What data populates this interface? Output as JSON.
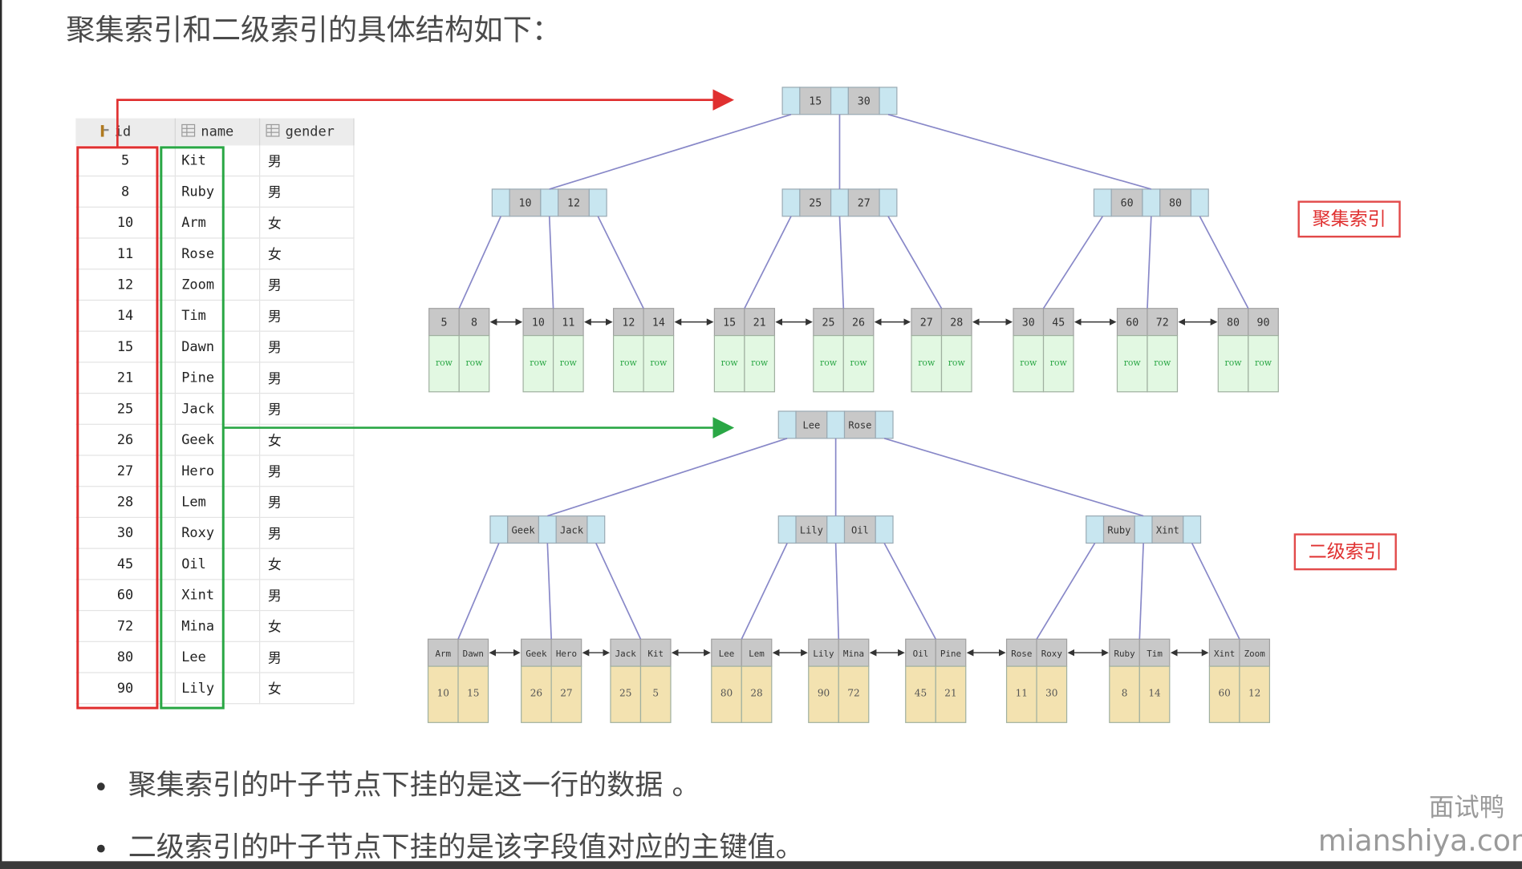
{
  "title": "聚集索引和二级索引的具体结构如下：",
  "table": {
    "headers": [
      "id",
      "name",
      "gender"
    ],
    "rows": [
      [
        "5",
        "Kit",
        "男"
      ],
      [
        "8",
        "Ruby",
        "男"
      ],
      [
        "10",
        "Arm",
        "女"
      ],
      [
        "11",
        "Rose",
        "女"
      ],
      [
        "12",
        "Zoom",
        "男"
      ],
      [
        "14",
        "Tim",
        "男"
      ],
      [
        "15",
        "Dawn",
        "男"
      ],
      [
        "21",
        "Pine",
        "男"
      ],
      [
        "25",
        "Jack",
        "男"
      ],
      [
        "26",
        "Geek",
        "女"
      ],
      [
        "27",
        "Hero",
        "男"
      ],
      [
        "28",
        "Lem",
        "男"
      ],
      [
        "30",
        "Roxy",
        "男"
      ],
      [
        "45",
        "Oil",
        "女"
      ],
      [
        "60",
        "Xint",
        "男"
      ],
      [
        "72",
        "Mina",
        "女"
      ],
      [
        "80",
        "Lee",
        "男"
      ],
      [
        "90",
        "Lily",
        "女"
      ]
    ]
  },
  "clustered_index": {
    "label": "聚集索引",
    "root": [
      "15",
      "30"
    ],
    "internal": [
      [
        "10",
        "12"
      ],
      [
        "25",
        "27"
      ],
      [
        "60",
        "80"
      ]
    ],
    "leaves": [
      [
        "5",
        "8"
      ],
      [
        "10",
        "11"
      ],
      [
        "12",
        "14"
      ],
      [
        "15",
        "21"
      ],
      [
        "25",
        "26"
      ],
      [
        "27",
        "28"
      ],
      [
        "30",
        "45"
      ],
      [
        "60",
        "72"
      ],
      [
        "80",
        "90"
      ]
    ],
    "leaf_value": "row"
  },
  "secondary_index": {
    "label": "二级索引",
    "root": [
      "Lee",
      "Rose"
    ],
    "internal": [
      [
        "Geek",
        "Jack"
      ],
      [
        "Lily",
        "Oil"
      ],
      [
        "Ruby",
        "Xint"
      ]
    ],
    "leaves": [
      [
        "Arm",
        "Dawn"
      ],
      [
        "Geek",
        "Hero"
      ],
      [
        "Jack",
        "Kit"
      ],
      [
        "Lee",
        "Lem"
      ],
      [
        "Lily",
        "Mina"
      ],
      [
        "Oil",
        "Pine"
      ],
      [
        "Rose",
        "Roxy"
      ],
      [
        "Ruby",
        "Tim"
      ],
      [
        "Xint",
        "Zoom"
      ]
    ],
    "leaf_values": [
      [
        "10",
        "15"
      ],
      [
        "26",
        "27"
      ],
      [
        "25",
        "5"
      ],
      [
        "80",
        "28"
      ],
      [
        "90",
        "72"
      ],
      [
        "45",
        "21"
      ],
      [
        "11",
        "30"
      ],
      [
        "8",
        "14"
      ],
      [
        "60",
        "12"
      ]
    ]
  },
  "bullets": [
    "聚集索引的叶子节点下挂的是这一行的数据  。",
    "二级索引的叶子节点下挂的是该字段值对应的主键值。"
  ],
  "watermark": {
    "name": "面试鸭",
    "site": "mianshiya.com"
  },
  "colors": {
    "clustered_arrow": "#e03030",
    "secondary_arrow": "#2aa745",
    "edge": "#8888c8",
    "key_cell": "#c8c8c8",
    "pointer_cell": "#c8e6f0",
    "row_cell": "#e2f8e2",
    "pk_cell": "#f3e2b0"
  }
}
